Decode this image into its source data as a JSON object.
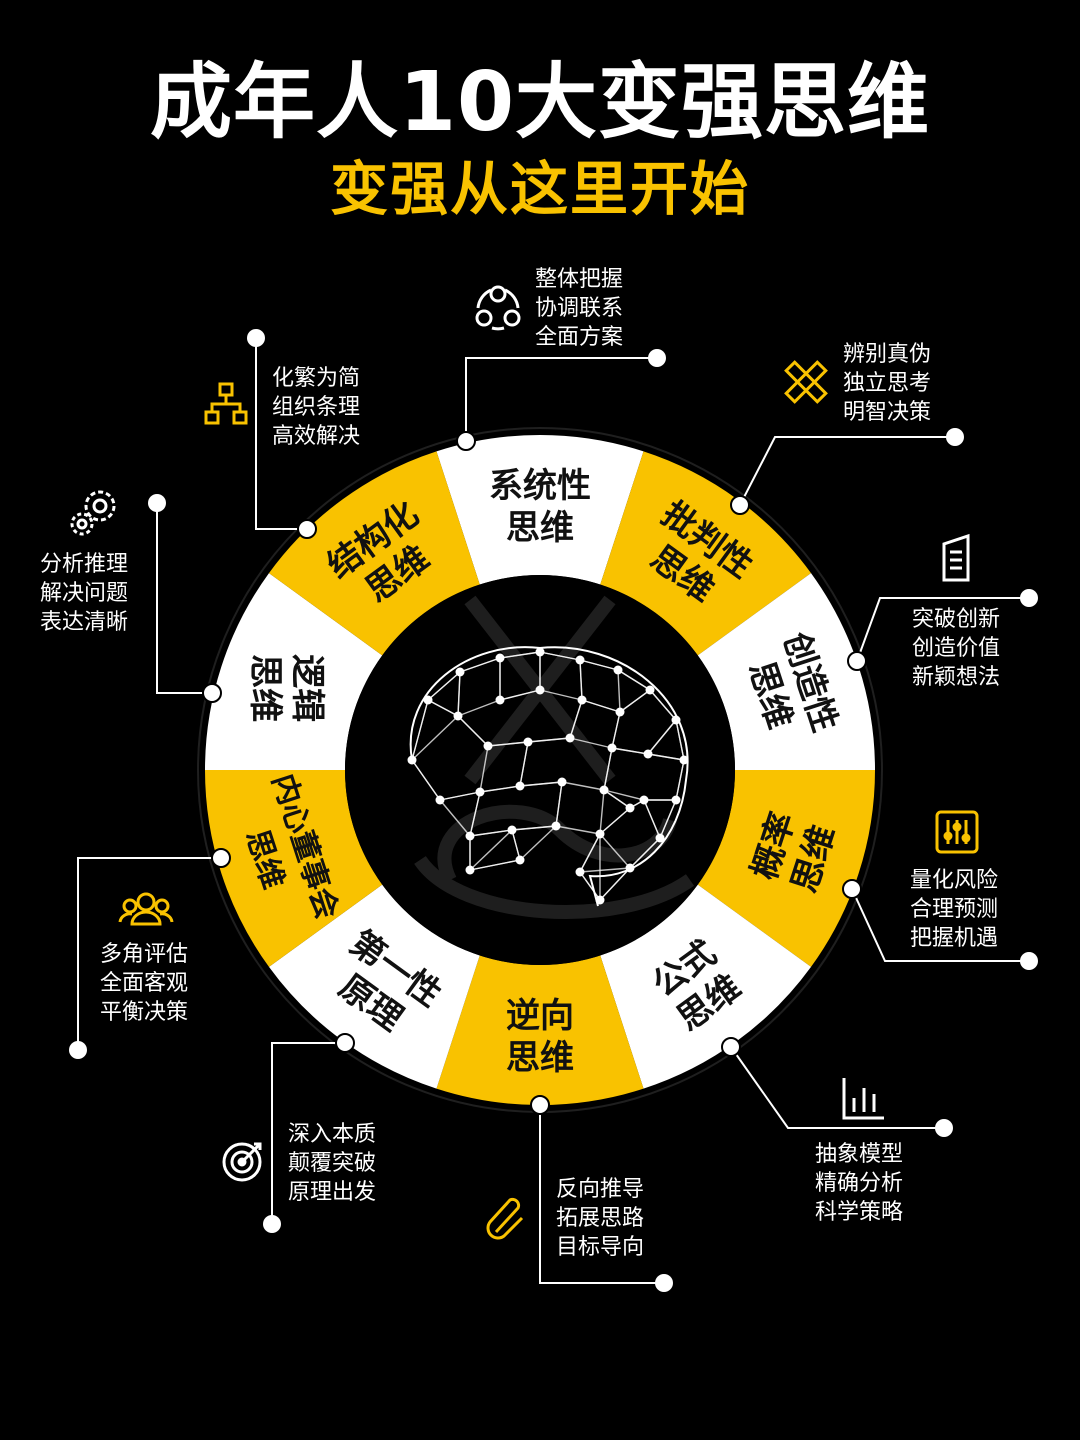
{
  "header": {
    "title": "成年人10大变强思维",
    "subtitle": "变强从这里开始"
  },
  "colors": {
    "background": "#000000",
    "accent": "#F9C200",
    "ring_white": "#FFFFFF",
    "text": "#FFFFFF"
  },
  "segments": [
    {
      "id": "systematic",
      "lines": [
        "系统性",
        "思维"
      ],
      "fill": "white",
      "icon": "cycle-nodes-icon",
      "desc": [
        "整体把握",
        "协调联系",
        "全面方案"
      ]
    },
    {
      "id": "critical",
      "lines": [
        "批判性",
        "思维"
      ],
      "fill": "yellow",
      "icon": "pencil-ruler-icon",
      "desc": [
        "辨别真伪",
        "独立思考",
        "明智决策"
      ]
    },
    {
      "id": "creative",
      "lines": [
        "创造性",
        "思维"
      ],
      "fill": "white",
      "icon": "building-icon",
      "desc": [
        "突破创新",
        "创造价值",
        "新颖想法"
      ]
    },
    {
      "id": "probability",
      "lines": [
        "概率",
        "思维"
      ],
      "fill": "yellow",
      "icon": "sliders-icon",
      "desc": [
        "量化风险",
        "合理预测",
        "把握机遇"
      ]
    },
    {
      "id": "formula",
      "lines": [
        "公式",
        "思维"
      ],
      "fill": "white",
      "icon": "bar-chart-icon",
      "desc": [
        "抽象模型",
        "精确分析",
        "科学策略"
      ]
    },
    {
      "id": "reverse",
      "lines": [
        "逆向",
        "思维"
      ],
      "fill": "yellow",
      "icon": "paperclip-icon",
      "desc": [
        "反向推导",
        "拓展思路",
        "目标导向"
      ]
    },
    {
      "id": "first-principle",
      "lines": [
        "第一性",
        "原理"
      ],
      "fill": "white",
      "icon": "target-icon",
      "desc": [
        "深入本质",
        "颠覆突破",
        "原理出发"
      ]
    },
    {
      "id": "inner-board",
      "lines": [
        "内心董事会",
        "思维"
      ],
      "fill": "yellow",
      "icon": "people-icon",
      "desc": [
        "多角评估",
        "全面客观",
        "平衡决策"
      ]
    },
    {
      "id": "logical",
      "lines": [
        "逻辑",
        "思维"
      ],
      "fill": "white",
      "icon": "gears-icon",
      "desc": [
        "分析推理",
        "解决问题",
        "表达清晰"
      ]
    },
    {
      "id": "structured",
      "lines": [
        "结构化",
        "思维"
      ],
      "fill": "yellow",
      "icon": "org-chart-icon",
      "desc": [
        "化繁为简",
        "组织条理",
        "高效解决"
      ]
    }
  ]
}
